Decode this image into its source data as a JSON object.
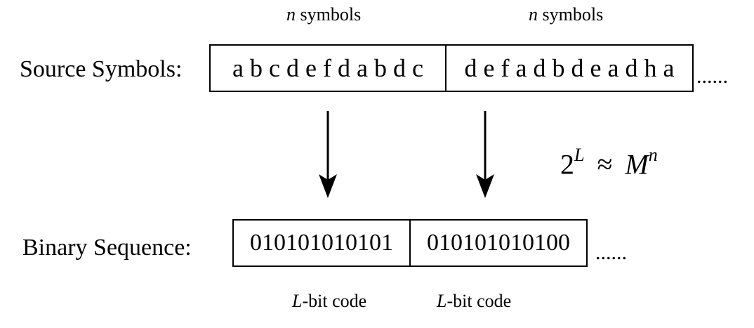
{
  "top_captions": {
    "left": {
      "var": "n",
      "text": " symbols"
    },
    "right": {
      "var": "n",
      "text": " symbols"
    }
  },
  "source": {
    "label": "Source Symbols:",
    "block1": "a b c d e f d a b d c",
    "block2": "d e f a d b d e a d h a",
    "ellipsis": "......"
  },
  "binary": {
    "label": "Binary Sequence:",
    "block1": "010101010101",
    "block2": "010101010100",
    "ellipsis": "......"
  },
  "formula": {
    "base": "2",
    "exp": "L",
    "op": "≈",
    "var": "M",
    "var_exp": "n"
  },
  "bottom_captions": {
    "left": {
      "var": "L",
      "text": "-bit code"
    },
    "right": {
      "var": "L",
      "text": "-bit code"
    }
  }
}
